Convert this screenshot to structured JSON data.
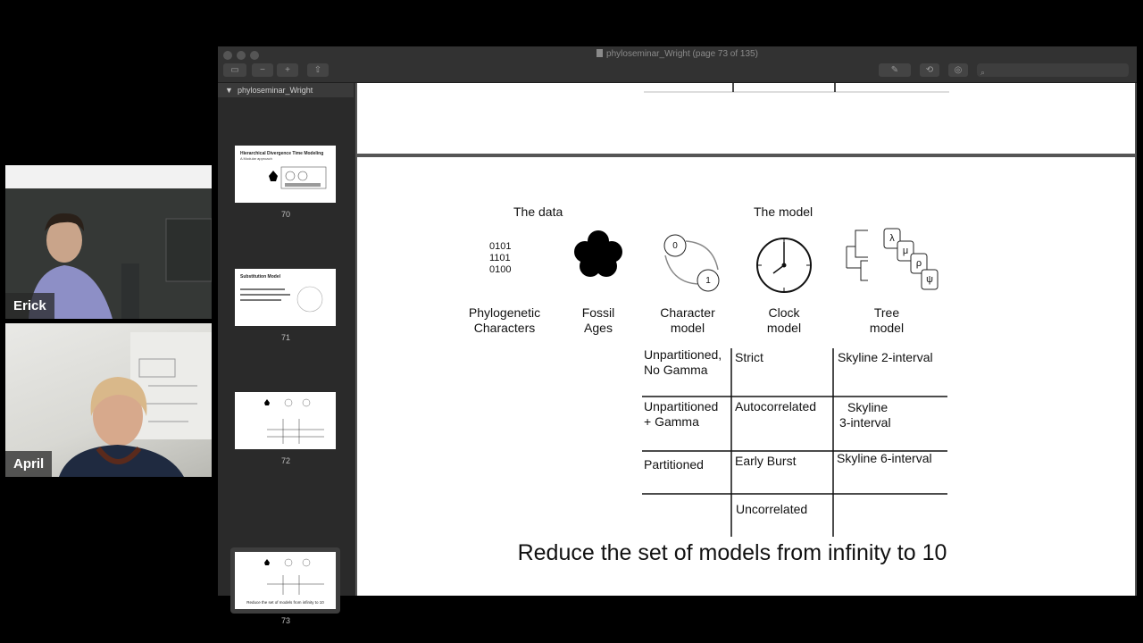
{
  "participants": [
    {
      "name": "Erick"
    },
    {
      "name": "April"
    }
  ],
  "window": {
    "title": "phyloseminar_Wright (page 73 of 135)"
  },
  "sidebar": {
    "document_name": "phyloseminar_Wright",
    "thumbnails": [
      {
        "page": "70",
        "heading": "Hierarchical Divergence Time Modeling",
        "subheading": "A Modular approach"
      },
      {
        "page": "71",
        "heading": "Substitution Model"
      },
      {
        "page": "72"
      },
      {
        "page": "73",
        "caption": "Reduce the set of models from infinity to 10"
      }
    ]
  },
  "slide": {
    "data_header": "The data",
    "model_header": "The model",
    "binary_rows": [
      "0101",
      "1101",
      "0100"
    ],
    "state_zero": "0",
    "state_one": "1",
    "rate_symbols": [
      "λ",
      "μ",
      "ρ",
      "ψ"
    ],
    "components": [
      {
        "line1": "Phylogenetic",
        "line2": "Characters"
      },
      {
        "line1": "Fossil",
        "line2": "Ages"
      },
      {
        "line1": "Character",
        "line2": "model"
      },
      {
        "line1": "Clock",
        "line2": "model"
      },
      {
        "line1": "Tree",
        "line2": "model"
      }
    ],
    "table": {
      "col1": [
        {
          "line1": "Unpartitioned,",
          "line2": "No Gamma"
        },
        {
          "line1": "Unpartitioned",
          "line2": "+ Gamma"
        },
        {
          "line1": "Partitioned",
          "line2": ""
        },
        {
          "line1": "",
          "line2": ""
        }
      ],
      "col2": [
        "Strict",
        "Autocorrelated",
        "Early Burst",
        "Uncorrelated"
      ],
      "col3": [
        {
          "line1": "Skyline 2-interval",
          "line2": ""
        },
        {
          "line1": "Skyline",
          "line2": "3-interval"
        },
        {
          "line1": "Skyline 6-interval",
          "line2": ""
        },
        {
          "line1": "",
          "line2": ""
        }
      ]
    },
    "footer": "Reduce the set of models from infinity to 10"
  }
}
